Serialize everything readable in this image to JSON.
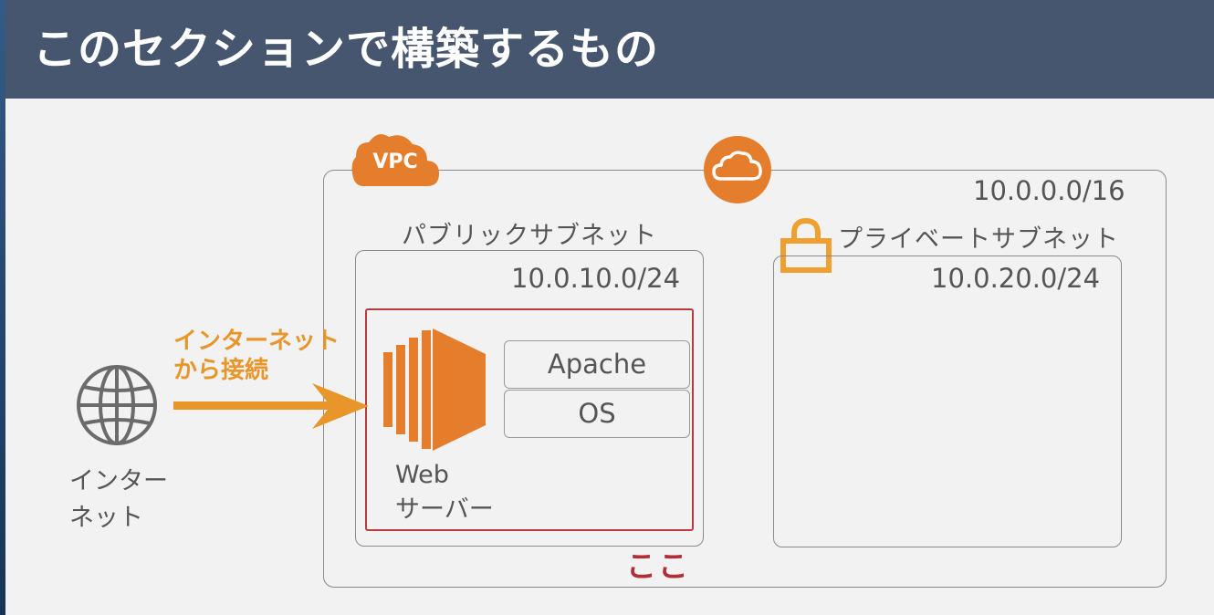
{
  "slide": {
    "title": "このセクションで構築するもの"
  },
  "diagram": {
    "vpc": {
      "badge_label": "VPC",
      "cidr": "10.0.0.0/16"
    },
    "public_subnet": {
      "label": "パブリックサブネット",
      "cidr": "10.0.10.0/24"
    },
    "private_subnet": {
      "label": "プライベートサブネット",
      "cidr": "10.0.20.0/24"
    },
    "web_server": {
      "label_line1": "Web",
      "label_line2": "サーバー",
      "stack": {
        "top": "Apache",
        "bottom": "OS"
      }
    },
    "internet": {
      "label_line1": "インター",
      "label_line2": "ネット"
    },
    "connection": {
      "label_line1": "インターネット",
      "label_line2": "から接続"
    },
    "highlight_note": "ここ"
  },
  "colors": {
    "title_bar": "#46566e",
    "aws_orange": "#e57e2c",
    "arrow_orange": "#e8962a",
    "highlight_red": "#b83a3f",
    "lock_orange": "#f0a030"
  },
  "icons": [
    "globe-icon",
    "vpc-cloud-badge-icon",
    "cloud-icon",
    "lock-icon",
    "ec2-instance-icon",
    "arrow-right-icon"
  ]
}
